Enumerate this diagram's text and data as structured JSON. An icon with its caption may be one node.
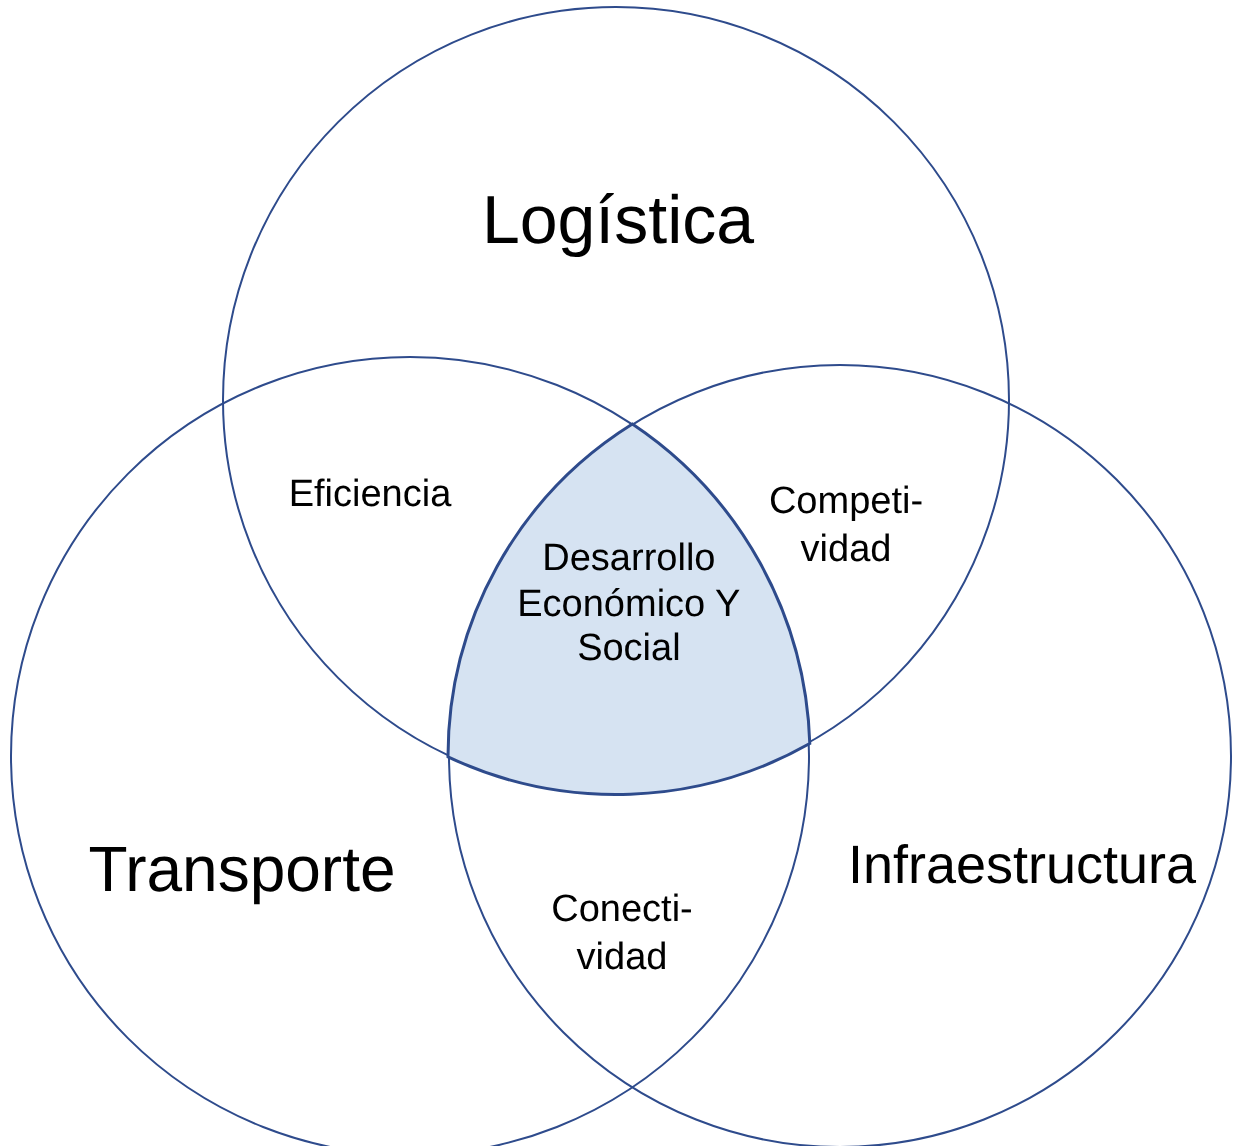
{
  "diagram": {
    "nodes": [
      {
        "text": [
          "Logística"
        ]
      },
      {
        "text": [
          "Transporte"
        ]
      },
      {
        "text": [
          "Infraestructura"
        ]
      },
      {
        "text": [
          "Desarrollo Económico Y Social"
        ]
      }
    ],
    "labels": [
      "Eficiencia",
      "Competi- vidad",
      "Conecti- vidad"
    ]
  }
}
